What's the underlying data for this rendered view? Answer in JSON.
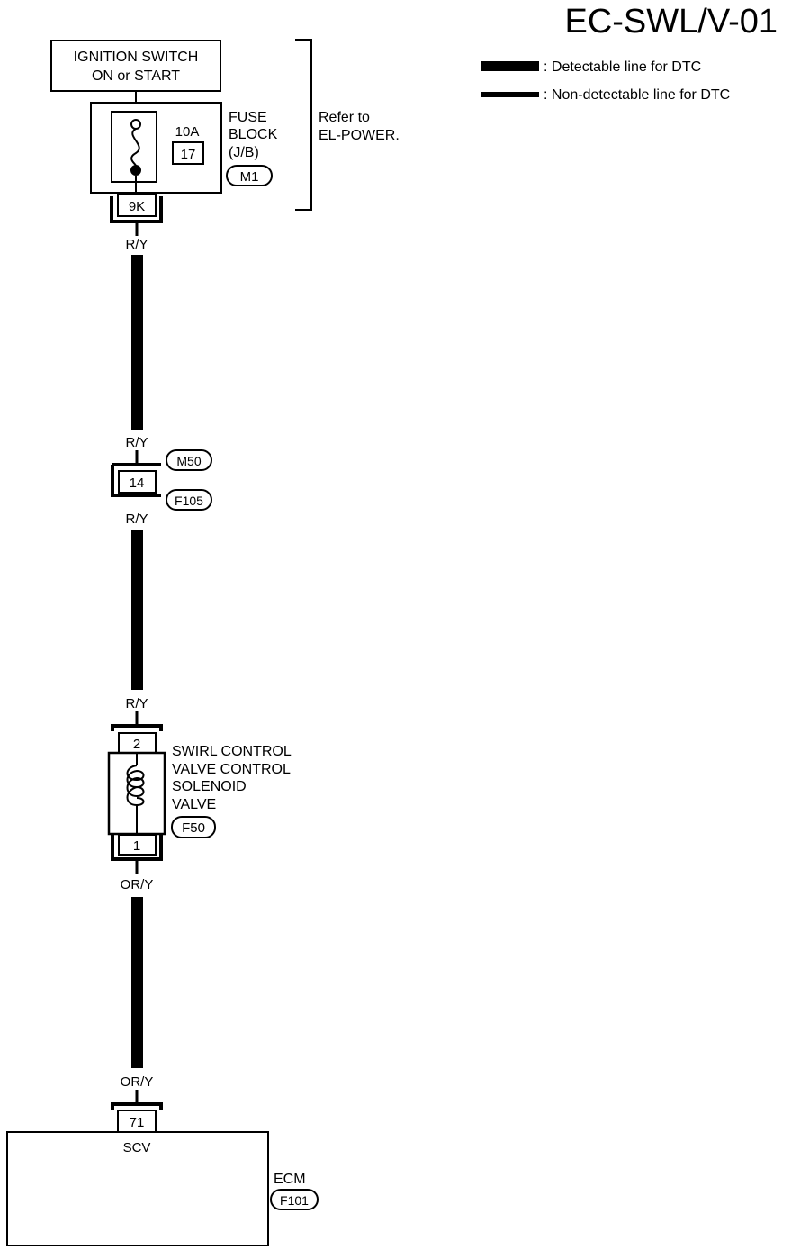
{
  "diagram_id": "EC-SWL/V-01",
  "legend": {
    "detectable": ": Detectable line for DTC",
    "non_detectable": ": Non-detectable line for DTC"
  },
  "ignition": {
    "line1": "IGNITION SWITCH",
    "line2": "ON or START"
  },
  "fuse": {
    "rating": "10A",
    "number": "17",
    "label1": "FUSE",
    "label2": "BLOCK",
    "label3": "(J/B)",
    "connector": "M1",
    "terminal": "9K"
  },
  "refer": {
    "line1": "Refer to",
    "line2": "EL-POWER."
  },
  "wires": {
    "ry_1": "R/Y",
    "ry_2": "R/Y",
    "ry_3": "R/Y",
    "ry_4": "R/Y",
    "ory_1": "OR/Y",
    "ory_2": "OR/Y"
  },
  "junction": {
    "terminal": "14",
    "conn_top": "M50",
    "conn_bottom": "F105"
  },
  "solenoid": {
    "terminal_top": "2",
    "terminal_bottom": "1",
    "line1": "SWIRL CONTROL",
    "line2": "VALVE CONTROL",
    "line3": "SOLENOID",
    "line4": "VALVE",
    "connector": "F50"
  },
  "ecm": {
    "terminal": "71",
    "pin_name": "SCV",
    "label": "ECM",
    "connector": "F101"
  }
}
